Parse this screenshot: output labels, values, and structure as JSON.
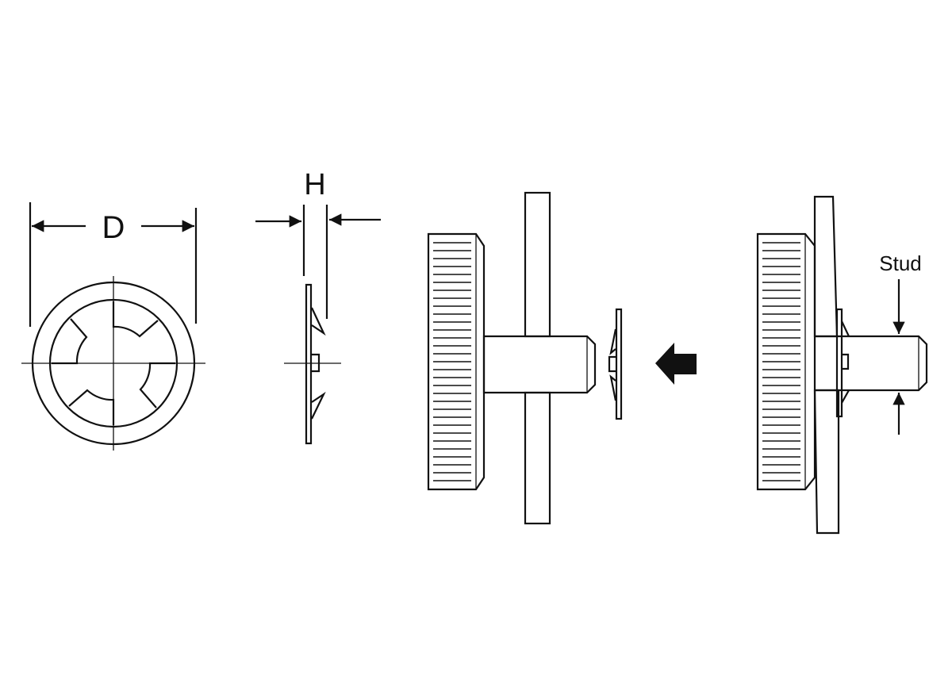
{
  "labels": {
    "diameter": "D",
    "height": "H",
    "stud": "Stud"
  },
  "colors": {
    "line": "#111111",
    "background": "#ffffff"
  }
}
